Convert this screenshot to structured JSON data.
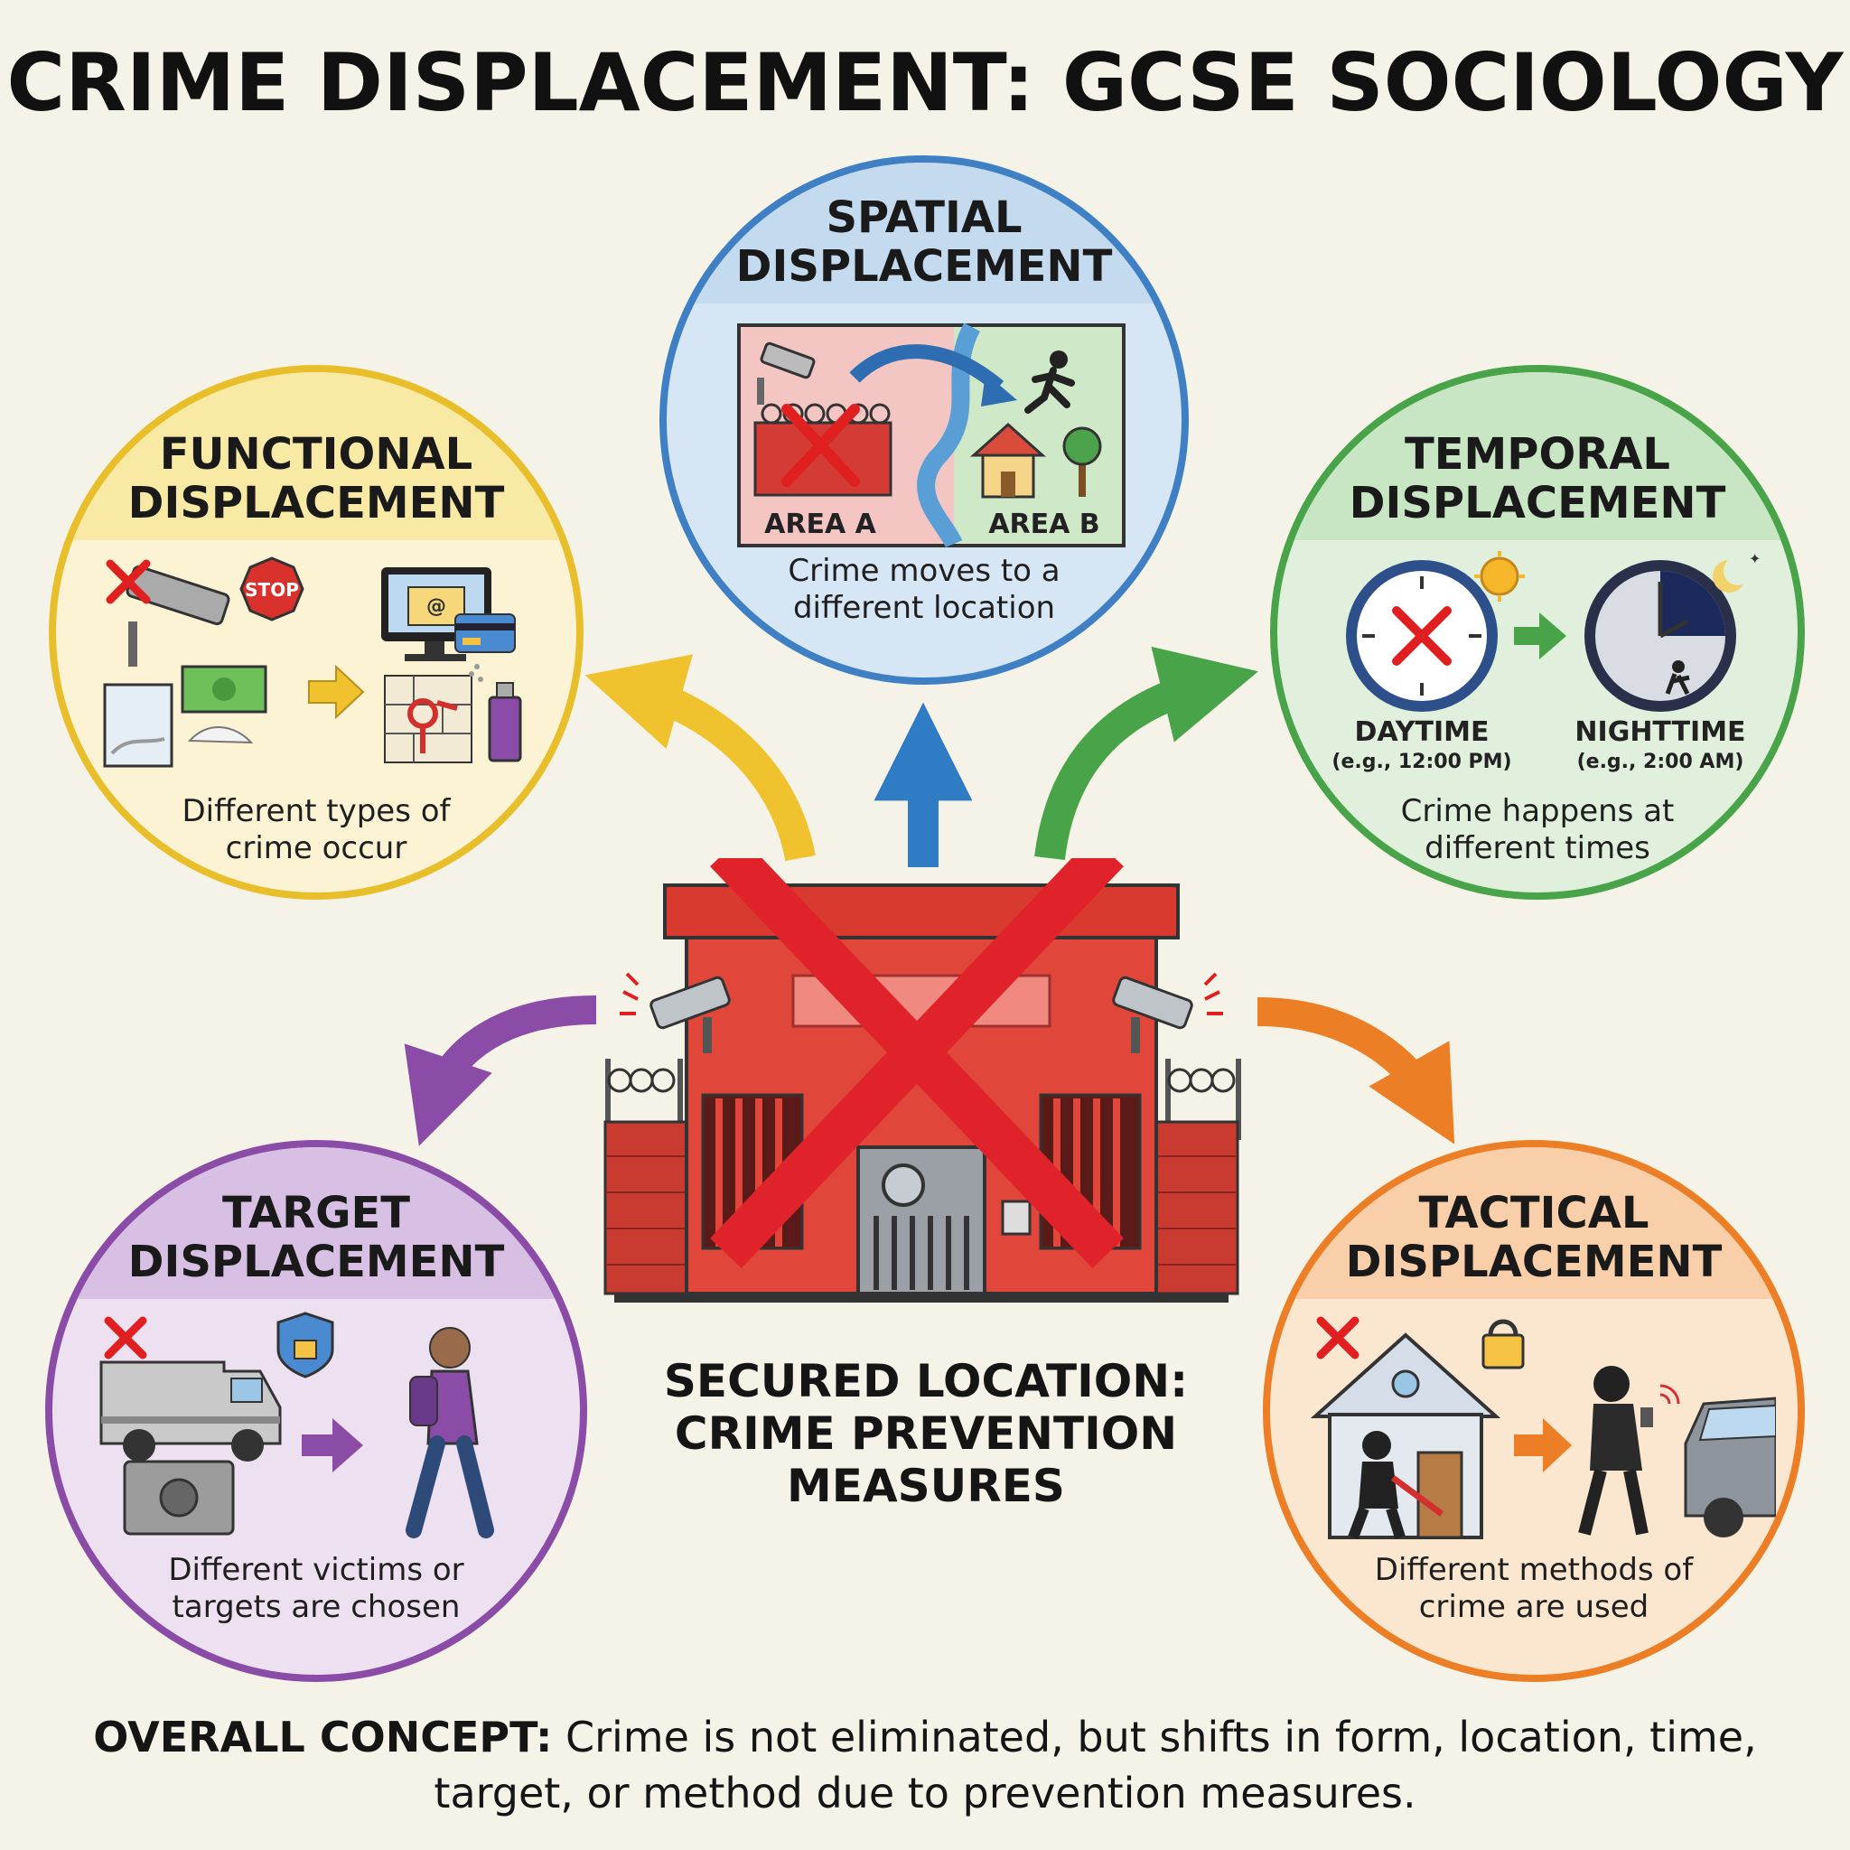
{
  "title": "CRIME DISPLACEMENT: GCSE SOCIOLOGY",
  "spatial": {
    "heading": [
      "SPATIAL",
      "DISPLACEMENT"
    ],
    "area_a": "AREA A",
    "area_b": "AREA B",
    "description": [
      "Crime moves to a",
      "different location"
    ],
    "color": "#3f7fc3"
  },
  "functional": {
    "heading": [
      "FUNCTIONAL",
      "DISPLACEMENT"
    ],
    "stop_sign": "STOP",
    "email_symbol": "@",
    "description": [
      "Different types of",
      "crime occur"
    ],
    "color": "#e8bf2b"
  },
  "temporal": {
    "heading": [
      "TEMPORAL",
      "DISPLACEMENT"
    ],
    "daytime_label": "DAYTIME",
    "daytime_example": "(e.g., 12:00 PM)",
    "nighttime_label": "NIGHTTIME",
    "nighttime_example": "(e.g., 2:00 AM)",
    "description": [
      "Crime happens at",
      "different times"
    ],
    "color": "#48a349"
  },
  "target": {
    "heading": [
      "TARGET",
      "DISPLACEMENT"
    ],
    "description": [
      "Different victims or",
      "targets are chosen"
    ],
    "color": "#8a4ca7"
  },
  "tactical": {
    "heading": [
      "TACTICAL",
      "DISPLACEMENT"
    ],
    "description": [
      "Different methods of",
      "crime are used"
    ],
    "color": "#ec7f26"
  },
  "center": {
    "caption": [
      "SECURED LOCATION:",
      "CRIME PREVENTION",
      "MEASURES"
    ]
  },
  "overall": {
    "label": "OVERALL CONCEPT:",
    "text": " Crime is not eliminated, but shifts in form, location, time, target, or method due to prevention measures."
  },
  "icons": [
    "cctv-camera-icon",
    "barbed-wire-icon",
    "running-person-icon",
    "house-icon",
    "tree-icon",
    "stop-sign-icon",
    "email-computer-icon",
    "credit-card-icon",
    "cash-icon",
    "drug-bag-icon",
    "graffiti-icon",
    "spray-can-icon",
    "clock-icon",
    "sun-icon",
    "moon-icon",
    "security-van-icon",
    "safe-icon",
    "padlock-shield-icon",
    "pedestrian-icon",
    "burglar-icon",
    "car-icon",
    "red-x-icon"
  ]
}
